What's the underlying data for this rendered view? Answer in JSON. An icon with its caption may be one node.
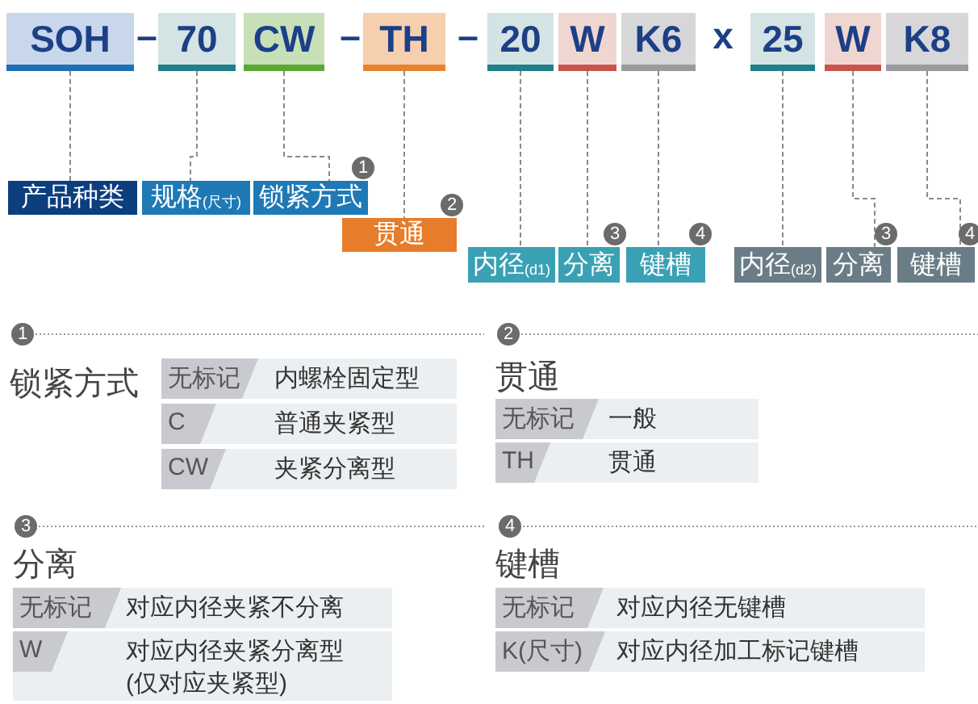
{
  "diagram": {
    "nodes": [
      {
        "text": [
          "SOH"
        ]
      },
      {
        "text": [
          "70"
        ]
      },
      {
        "text": [
          "CW"
        ]
      },
      {
        "text": [
          "TH"
        ]
      },
      {
        "text": [
          "20"
        ]
      },
      {
        "text": [
          "W"
        ]
      },
      {
        "text": [
          "K6"
        ]
      },
      {
        "text": [
          "25"
        ]
      },
      {
        "text": [
          "W"
        ]
      },
      {
        "text": [
          "K8"
        ]
      },
      {
        "text": [
          "产品种类"
        ]
      },
      {
        "text": [
          "规格$_{(尺寸)}$"
        ]
      },
      {
        "text": [
          "锁紧方式"
        ],
        "beside": [
          "1"
        ]
      },
      {
        "text": [
          "贯通"
        ],
        "beside": [
          "2"
        ]
      },
      {
        "text": [
          "内径$_{(d1)}$"
        ]
      },
      {
        "text": [
          "分离"
        ],
        "beside": [
          "3"
        ]
      },
      {
        "text": [
          "键槽"
        ],
        "beside": [
          "4"
        ]
      },
      {
        "text": [
          "内径$_{(d2)}$"
        ]
      },
      {
        "text": [
          "分离"
        ],
        "beside": [
          "3"
        ]
      },
      {
        "text": [
          "键槽"
        ],
        "beside": [
          "4"
        ]
      }
    ],
    "edges": [
      {
        "from": 0,
        "to": 10,
        "arrow": "none",
        "style": "dashed"
      },
      {
        "from": 1,
        "to": 11,
        "arrow": "none",
        "style": "dashed"
      },
      {
        "from": 2,
        "to": 12,
        "arrow": "none",
        "style": "dashed"
      },
      {
        "from": 3,
        "to": 13,
        "arrow": "none",
        "style": "dashed"
      },
      {
        "from": 4,
        "to": 14,
        "arrow": "none",
        "style": "dashed"
      },
      {
        "from": 5,
        "to": 15,
        "arrow": "none",
        "style": "dashed"
      },
      {
        "from": 6,
        "to": 16,
        "arrow": "none",
        "style": "dashed"
      },
      {
        "from": 7,
        "to": 17,
        "arrow": "none",
        "style": "dashed"
      },
      {
        "from": 8,
        "to": 18,
        "arrow": "none",
        "style": "dashed"
      },
      {
        "from": 9,
        "to": 19,
        "arrow": "none",
        "style": "dashed"
      }
    ],
    "labels": [
      "–",
      "–",
      "–",
      "x",
      "1",
      "锁紧方式",
      "无标记",
      "内螺栓固定型",
      "C",
      "普通夹紧型",
      "CW",
      "夹紧分离型",
      "2",
      "贯通",
      "无标记",
      "一般",
      "TH",
      "贯通",
      "3",
      "分离",
      "无标记",
      "对应内径夹紧不分离",
      "W",
      "对应内径夹紧分离型(仅对应夹紧型)",
      "4",
      "键槽",
      "无标记",
      "对应内径无键槽",
      "K(尺寸)",
      "对应内径加工标记键槽"
    ]
  }
}
